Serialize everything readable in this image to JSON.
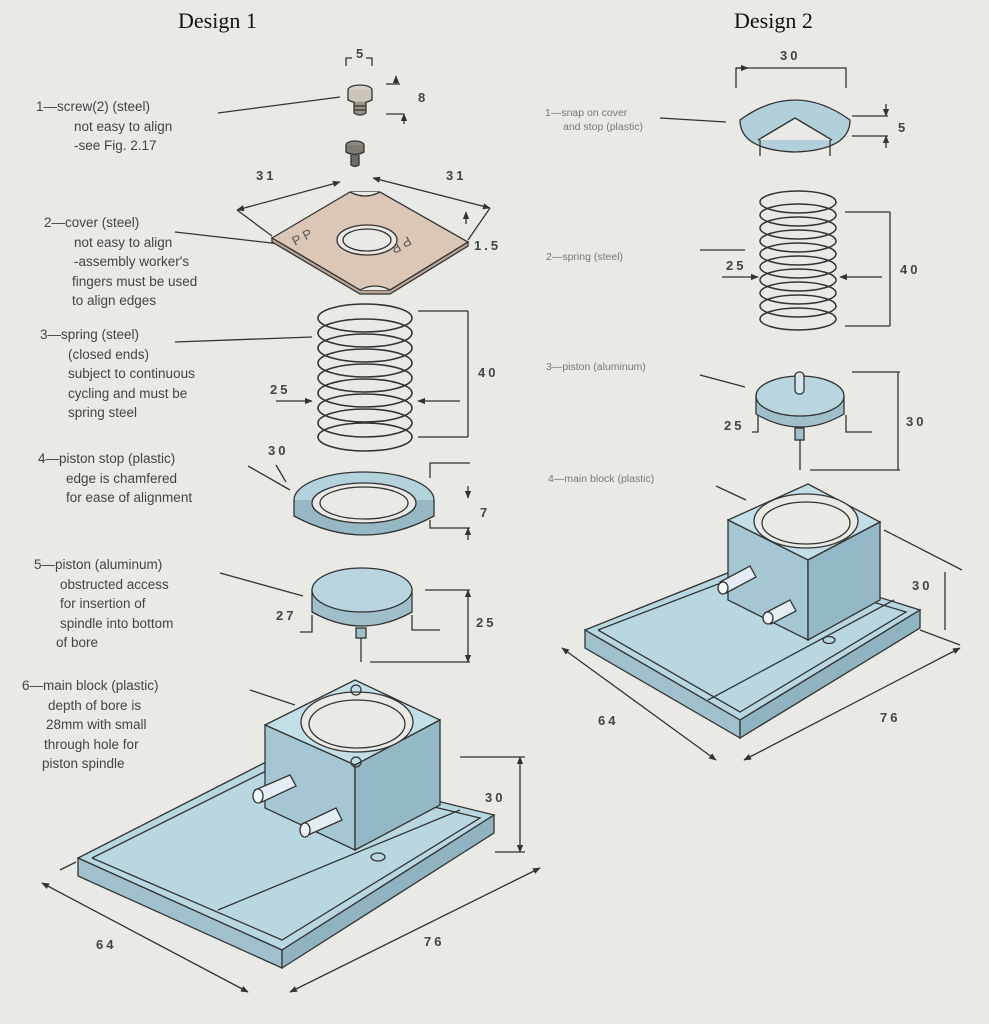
{
  "designs": [
    {
      "title": "Design 1",
      "parts": [
        {
          "lines": [
            "1—screw(2) (steel)",
            "not easy to align",
            "-see Fig. 2.17"
          ]
        },
        {
          "lines": [
            "2—cover (steel)",
            "not easy to align",
            "-assembly worker's",
            "fingers must be used",
            "to align edges"
          ]
        },
        {
          "lines": [
            "3—spring (steel)",
            "(closed ends)",
            "subject to continuous",
            "cycling and must be",
            "spring steel"
          ]
        },
        {
          "lines": [
            "4—piston stop (plastic)",
            "edge is chamfered",
            "for ease of alignment"
          ]
        },
        {
          "lines": [
            "5—piston (aluminum)",
            "obstructed access",
            "for insertion of",
            "spindle into bottom",
            "of bore"
          ]
        },
        {
          "lines": [
            "6—main block (plastic)",
            "depth of bore is",
            "28mm with small",
            "through hole for",
            "piston spindle"
          ]
        }
      ],
      "dimensions": {
        "screw_width": "5",
        "screw_height": "8",
        "cover_left": "31",
        "cover_right": "31",
        "cover_thickness": "1.5",
        "spring_diameter": "25",
        "spring_length": "40",
        "stop_diameter": "30",
        "stop_height": "7",
        "piston_diameter": "27",
        "piston_length": "25",
        "block_height": "30",
        "block_width": "64",
        "block_length": "76"
      },
      "cover_marks": [
        "P P",
        "P P"
      ]
    },
    {
      "title": "Design 2",
      "parts": [
        {
          "lines": [
            "1—snap on cover",
            "and stop (plastic)"
          ]
        },
        {
          "lines": [
            "2—spring (steel)"
          ]
        },
        {
          "lines": [
            "3—piston (aluminum)"
          ]
        },
        {
          "lines": [
            "4—main block (plastic)"
          ]
        }
      ],
      "dimensions": {
        "cover_width": "30",
        "cover_height": "5",
        "spring_diameter": "25",
        "spring_length": "40",
        "piston_diameter": "25",
        "piston_length": "30",
        "block_height": "30",
        "block_width": "64",
        "block_length": "76"
      }
    }
  ]
}
